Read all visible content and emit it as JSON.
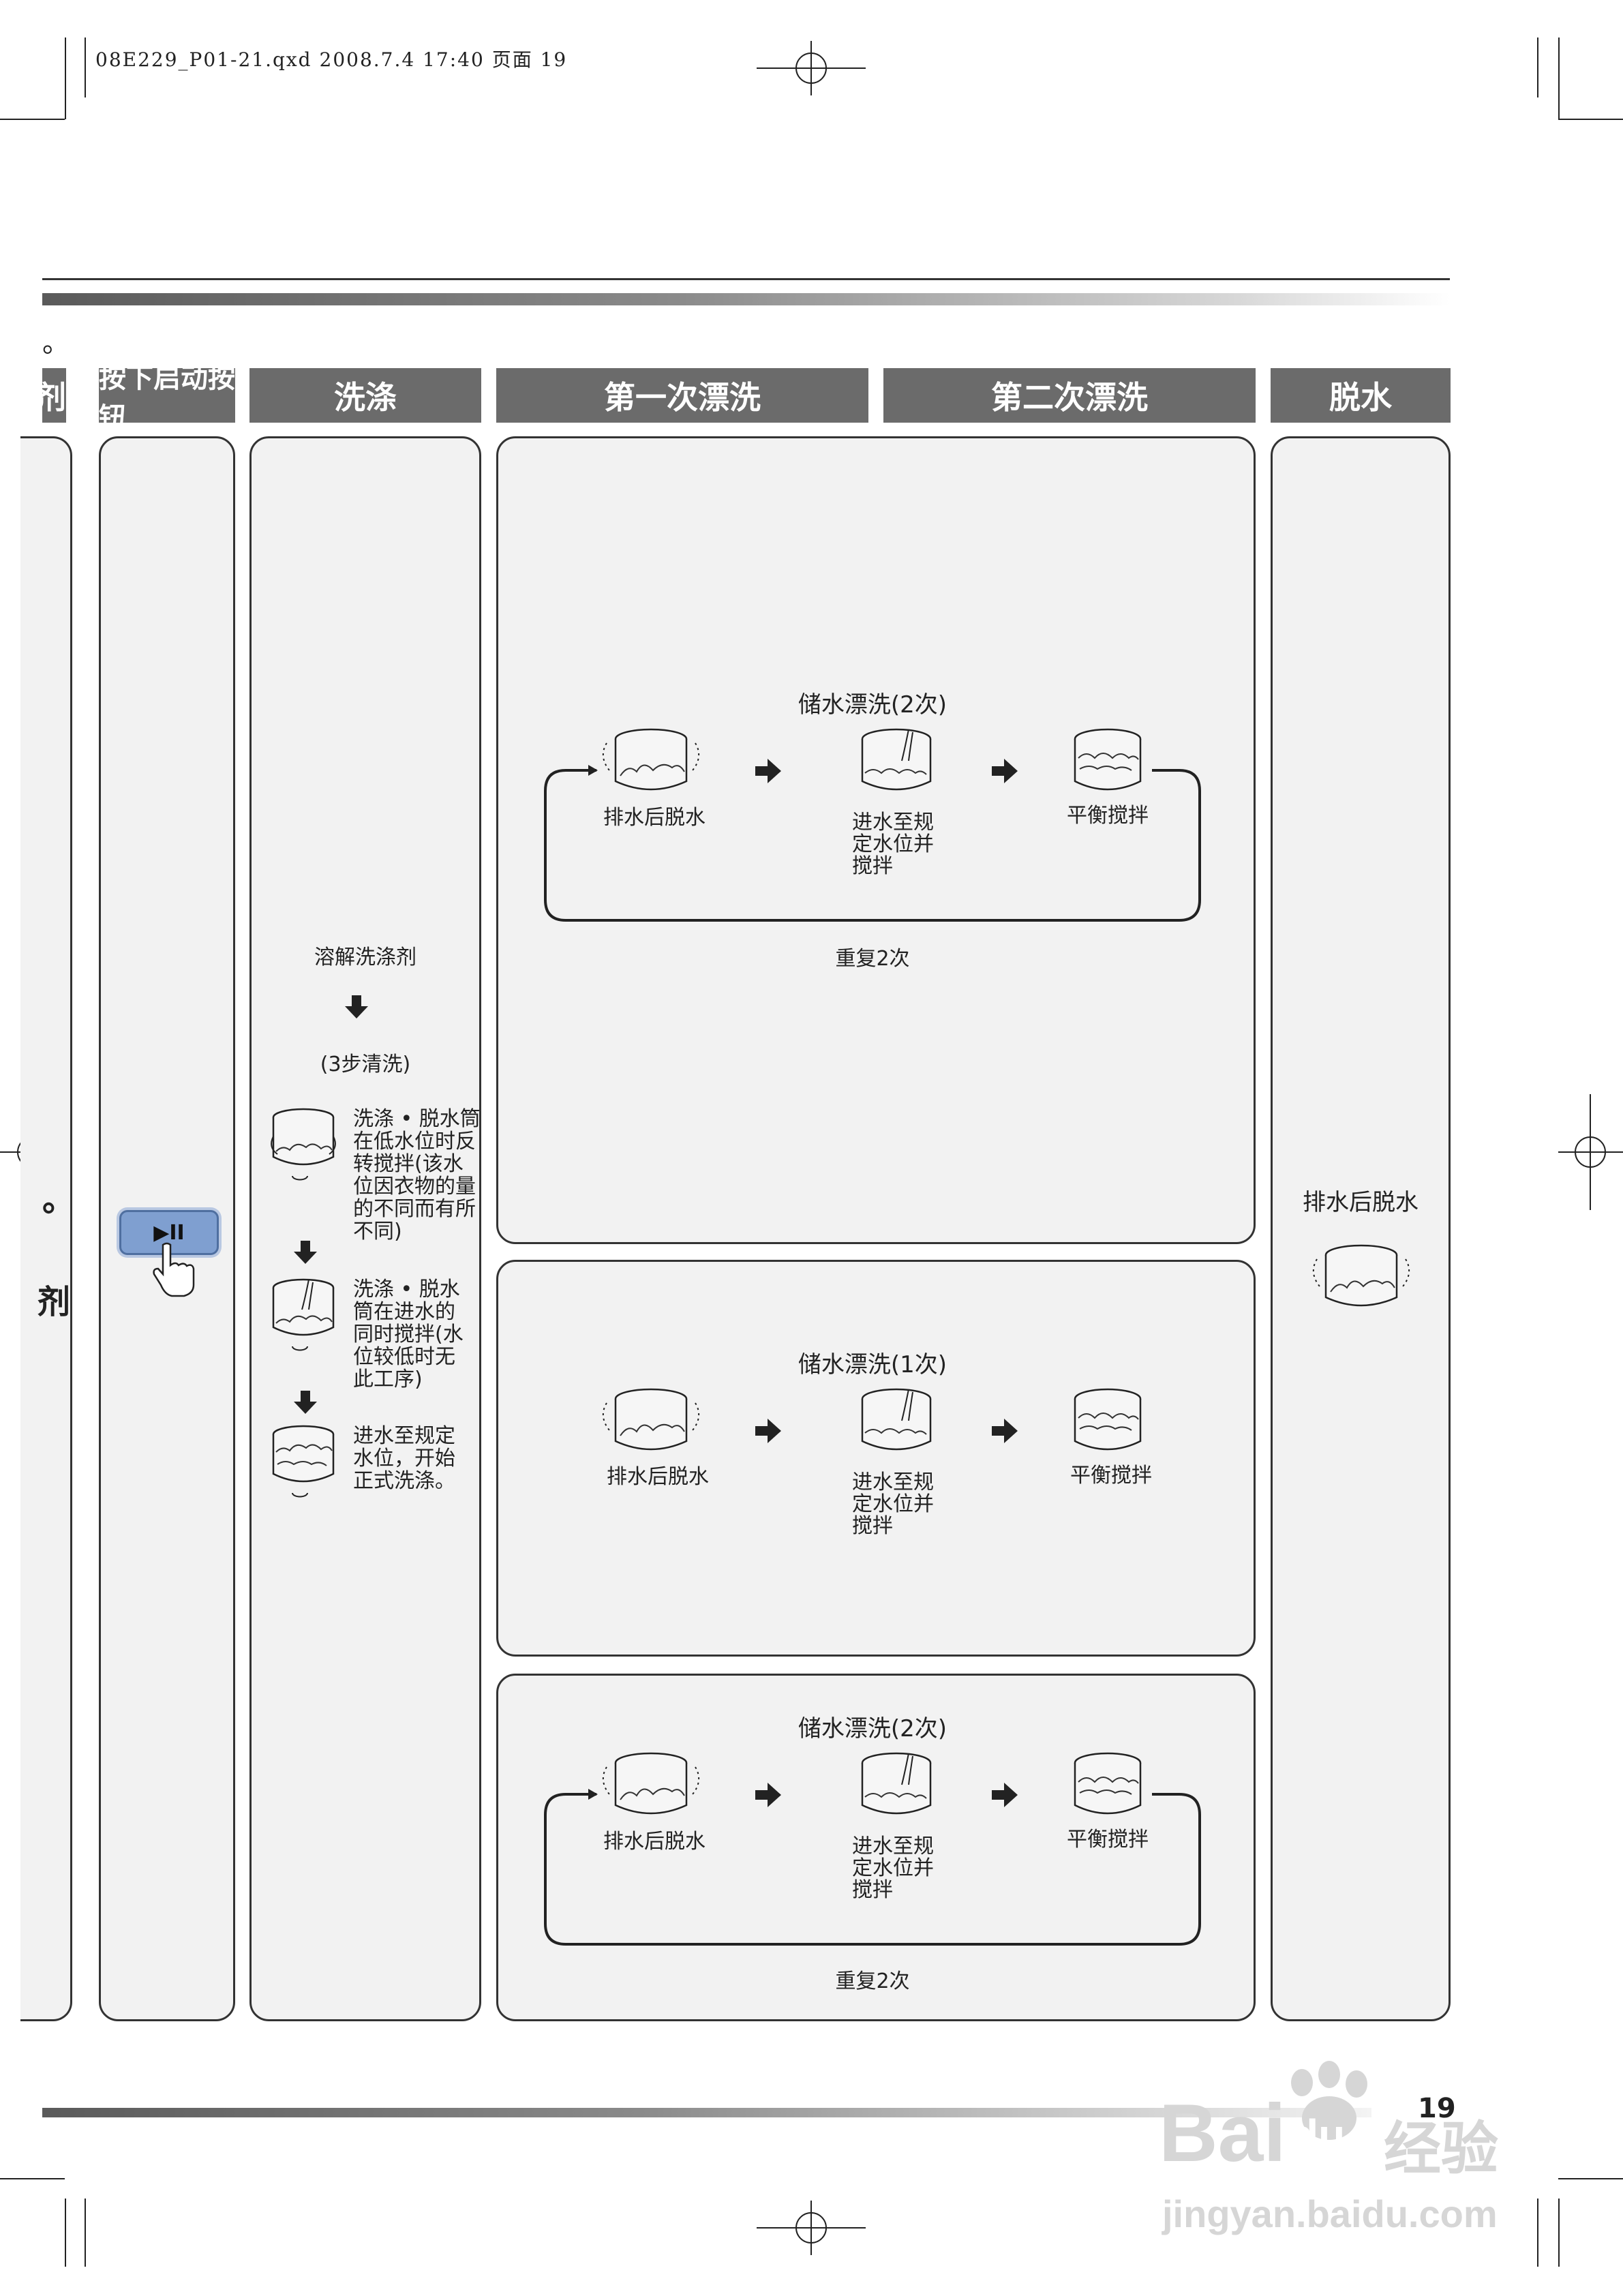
{
  "print_slug": "08E229_P01-21.qxd  2008.7.4  17:40  页面 19",
  "intro_text": "。",
  "left_cut": {
    "header": "剂",
    "mid1": "。",
    "mid2": "剂"
  },
  "headers": {
    "start": "按下启动按钮",
    "wash": "洗涤",
    "rinse1": "第一次漂洗",
    "rinse2": "第二次漂洗",
    "spin": "脱水"
  },
  "start_button": {
    "symbol": "▶II"
  },
  "wash": {
    "dissolve": "溶解洗涤剂",
    "three_step": "(3步清洗)",
    "step1": [
      "洗涤 • 脱水筒",
      "在低水位时反",
      "转搅拌(该水",
      "位因衣物的量",
      "的不同而有所",
      "不同)"
    ],
    "step2": [
      "洗涤 • 脱水",
      "筒在进水的",
      "同时搅拌(水",
      "位较低时无",
      "此工序)"
    ],
    "step3": [
      "进水至规定",
      "水位，开始",
      "正式洗涤。"
    ]
  },
  "rinse_blocks": [
    {
      "title": "储水漂洗(2次)",
      "drain": "排水后脱水",
      "fill": [
        "进水至规",
        "定水位并",
        "搅拌"
      ],
      "balance": "平衡搅拌",
      "repeat": "重复2次"
    },
    {
      "title": "储水漂洗(1次)",
      "drain": "排水后脱水",
      "fill": [
        "进水至规",
        "定水位并",
        "搅拌"
      ],
      "balance": "平衡搅拌"
    },
    {
      "title": "储水漂洗(2次)",
      "drain": "排水后脱水",
      "fill": [
        "进水至规",
        "定水位并",
        "搅拌"
      ],
      "balance": "平衡搅拌",
      "repeat": "重复2次"
    }
  ],
  "spin": {
    "label": "排水后脱水"
  },
  "page_number": "19",
  "watermark": {
    "brand": "Bai",
    "brand2": "du",
    "cn": "经验",
    "url": "jingyan.baidu.com"
  }
}
